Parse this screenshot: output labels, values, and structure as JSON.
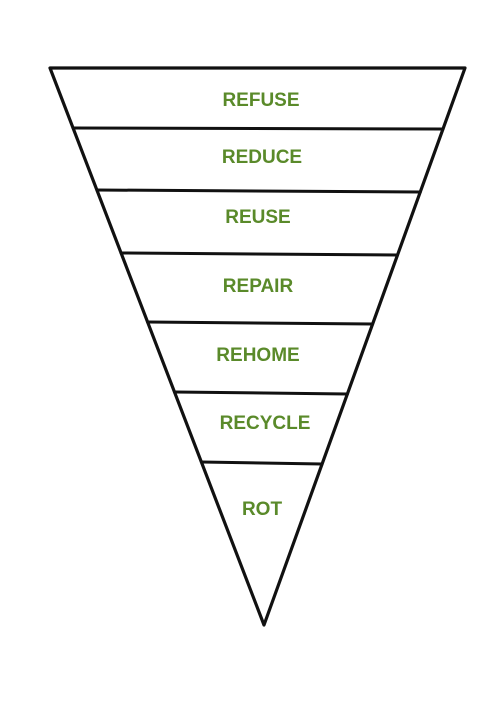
{
  "diagram": {
    "label_color": "#5a8a2a",
    "line_color": "#111111",
    "tiers": [
      {
        "label": "REFUSE"
      },
      {
        "label": "REDUCE"
      },
      {
        "label": "REUSE"
      },
      {
        "label": "REPAIR"
      },
      {
        "label": "REHOME"
      },
      {
        "label": "RECYCLE"
      },
      {
        "label": "ROT"
      }
    ]
  }
}
